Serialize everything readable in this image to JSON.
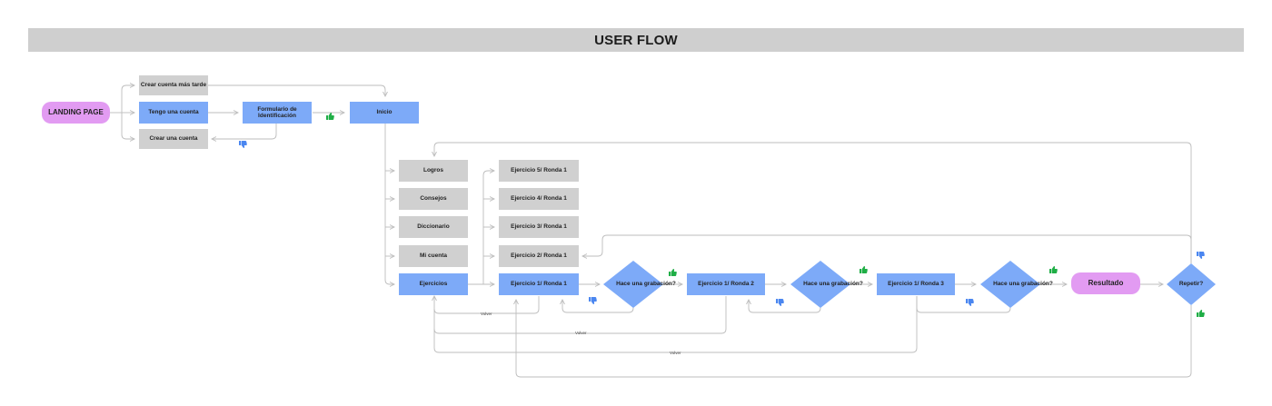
{
  "title": "USER FLOW",
  "nodes": {
    "landing": "LANDING PAGE",
    "crear_tarde": "Crear cuenta más tarde",
    "tengo_cuenta": "Tengo una cuenta",
    "crear_cuenta": "Crear una cuenta",
    "formulario": "Formulario de Identificación",
    "inicio": "Inicio",
    "logros": "Logros",
    "consejos": "Consejos",
    "diccionario": "Diccionario",
    "mi_cuenta": "Mi cuenta",
    "ejercicios": "Ejercicios",
    "ej5": "Ejercicio 5/ Ronda 1",
    "ej4": "Ejercicio 4/ Ronda 1",
    "ej3": "Ejercicio 3/ Ronda 1",
    "ej2": "Ejercicio 2/ Ronda 1",
    "ej1r1": "Ejercicio 1/ Ronda 1",
    "ej1r2": "Ejercicio 1/ Ronda 2",
    "ej1r3": "Ejercicio 1/ Ronda 3",
    "grab1": "Hace una grabación?",
    "grab2": "Hace una grabación?",
    "grab3": "Hace una grabación?",
    "resultado": "Resultado",
    "repetir": "Repetir?"
  },
  "edge_labels": {
    "volver1": "Volver",
    "volver2": "Volver",
    "volver3": "Volver"
  },
  "icons": {
    "thumbs_up": "thumbs-up-icon",
    "thumbs_down": "thumbs-down-icon"
  },
  "colors": {
    "gray_node": "#d0d0d0",
    "blue_node": "#7daaf8",
    "pink_node": "#e29bf2",
    "arrow": "#bdbdbd",
    "thumbs_up": "#1fae46",
    "thumbs_down": "#4a86f0"
  }
}
